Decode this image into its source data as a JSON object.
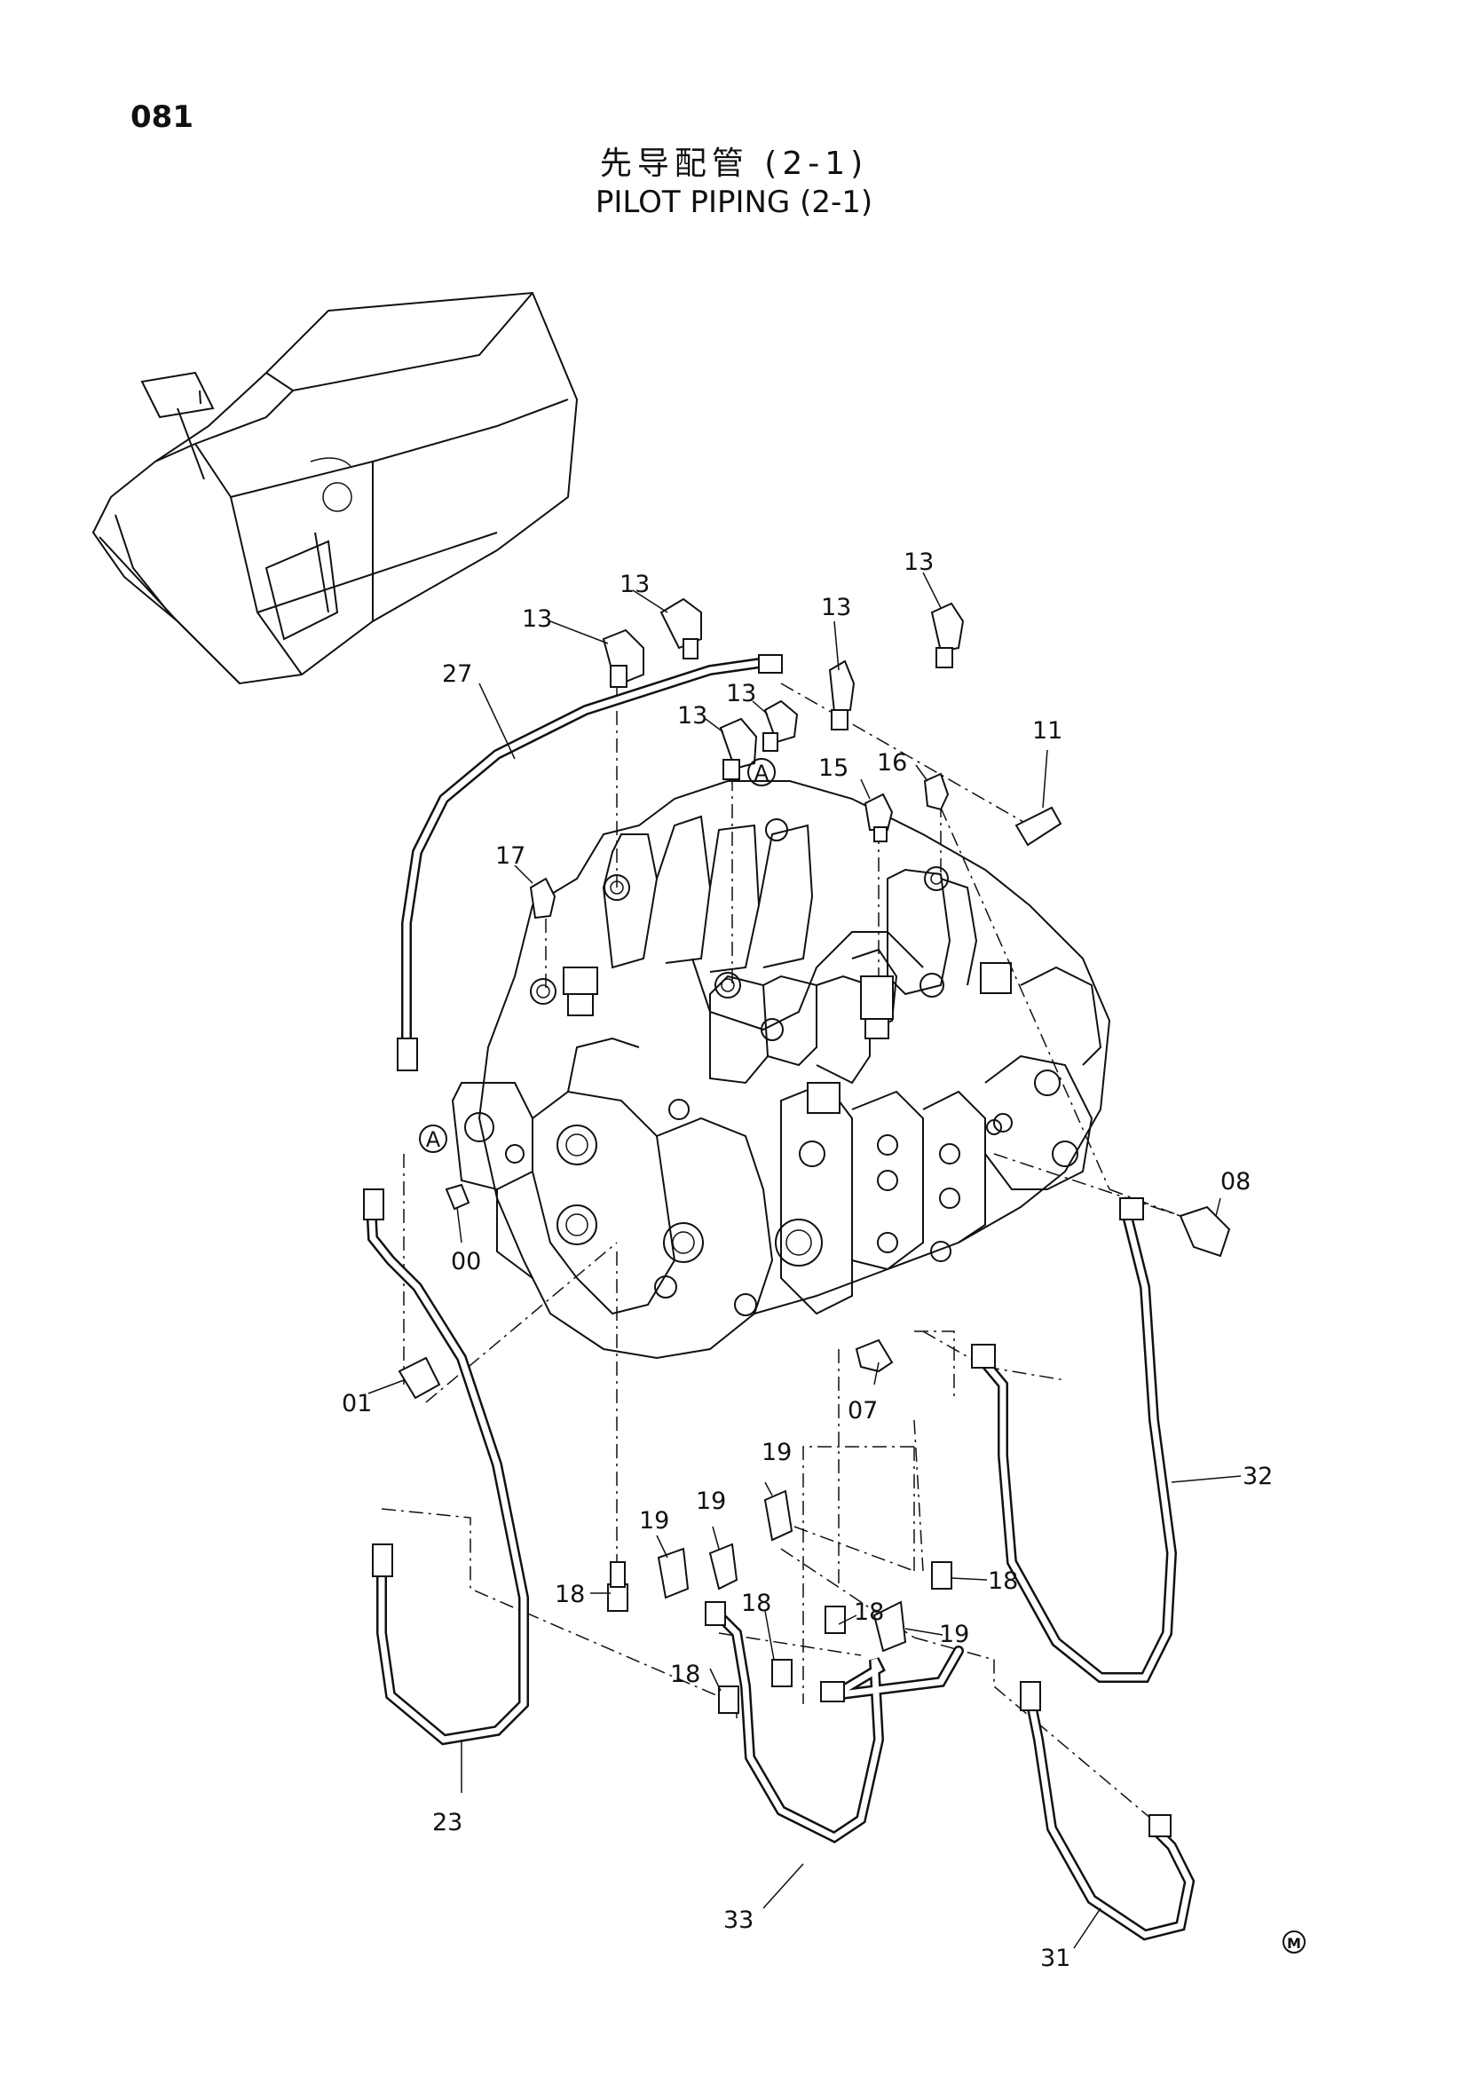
{
  "page_number": "081",
  "title_cn": "先导配管 (2-1)",
  "title_en": "PILOT PIPING (2-1)",
  "view_marker": "A",
  "logo_mark": "M",
  "callouts": {
    "c00": "00",
    "c01": "01",
    "c07": "07",
    "c08": "08",
    "c11": "11",
    "c13a": "13",
    "c13b": "13",
    "c13c": "13",
    "c13d": "13",
    "c13e": "13",
    "c13f": "13",
    "c15": "15",
    "c16": "16",
    "c17": "17",
    "c18a": "18",
    "c18b": "18",
    "c18c": "18",
    "c18d": "18",
    "c18e": "18",
    "c19a": "19",
    "c19b": "19",
    "c19c": "19",
    "c19d": "19",
    "c23": "23",
    "c27": "27",
    "c31": "31",
    "c32": "32",
    "c33": "33"
  }
}
